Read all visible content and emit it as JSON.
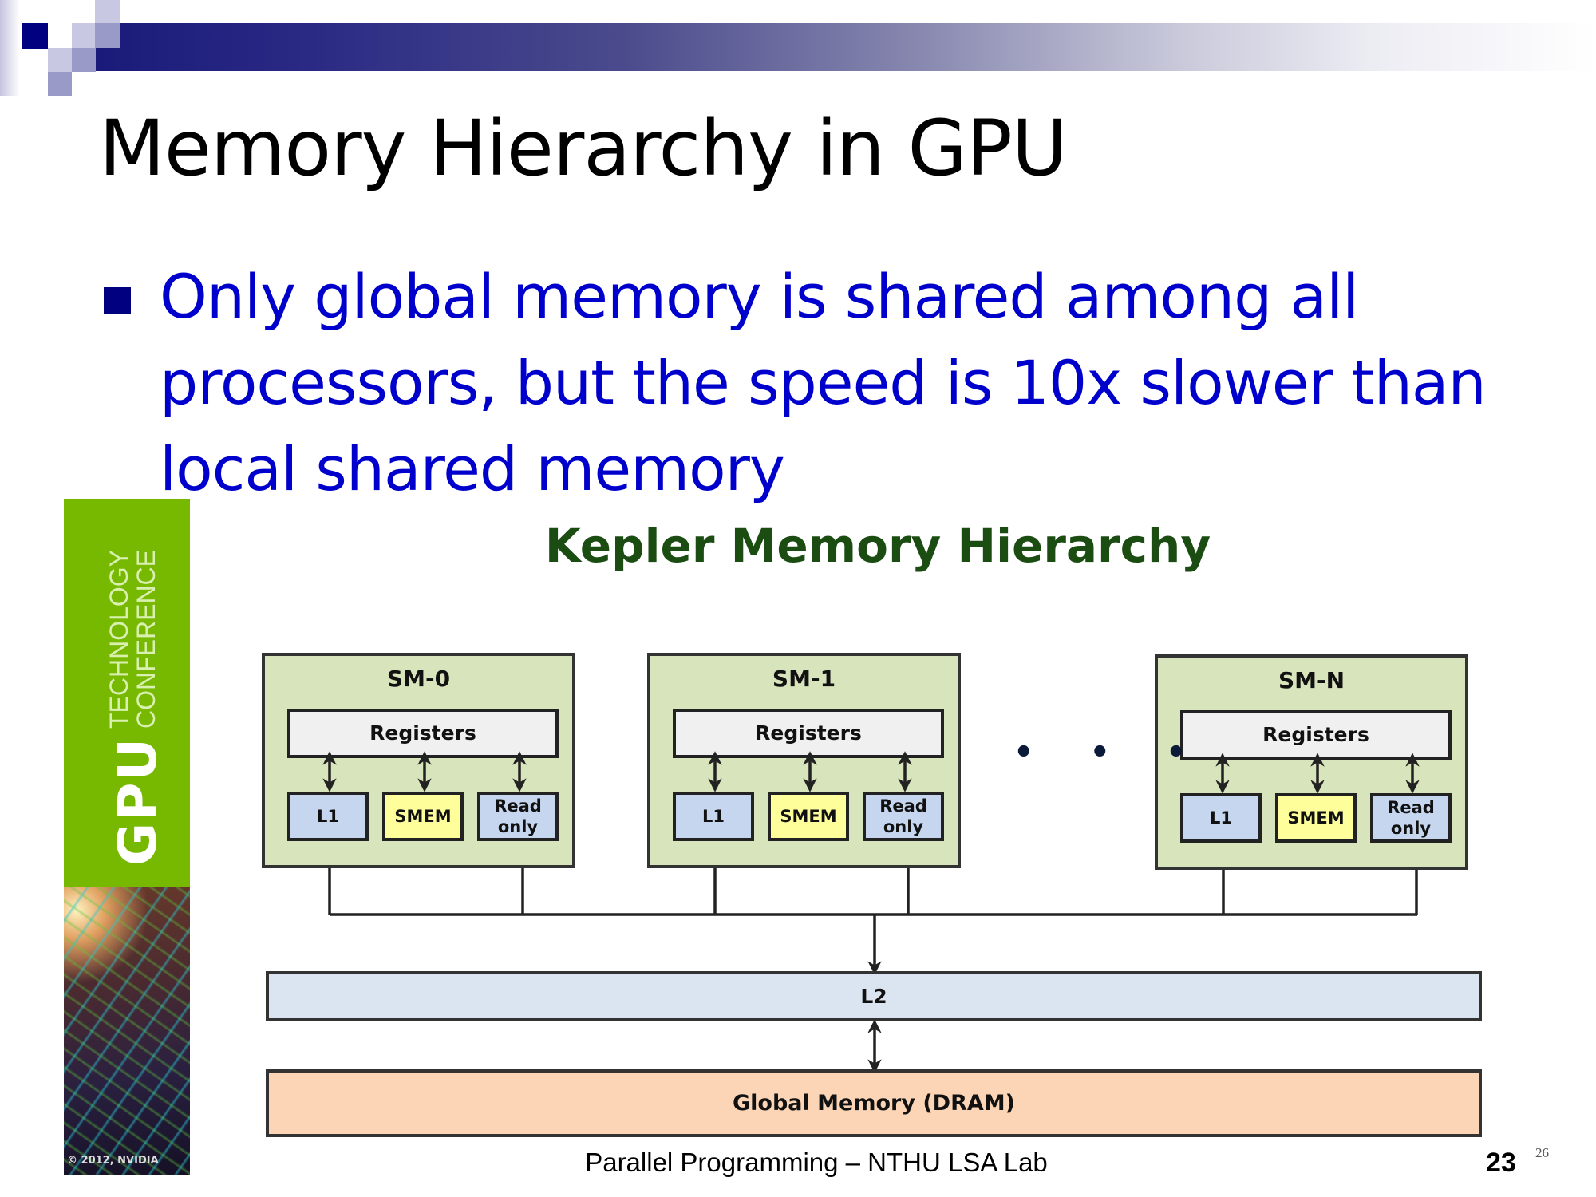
{
  "slide": {
    "title": "Memory Hierarchy in GPU",
    "bullet": "Only global memory is shared among all processors, but the speed is 10x slower than local shared memory",
    "bullet_icon": "square-bullet-icon",
    "accent_color": "#0000cc",
    "bullet_color": "#000080"
  },
  "banner": {
    "gpu": "GPU",
    "line1": "TECHNOLOGY",
    "line2": "CONFERENCE",
    "copyright": "© 2012, NVIDIA",
    "color": "#76b900"
  },
  "diagram": {
    "title": "Kepler Memory Hierarchy",
    "sms": [
      {
        "label": "SM-0",
        "registers": "Registers",
        "l1": "L1",
        "smem": "SMEM",
        "ro1": "Read",
        "ro2": "only"
      },
      {
        "label": "SM-1",
        "registers": "Registers",
        "l1": "L1",
        "smem": "SMEM",
        "ro1": "Read",
        "ro2": "only"
      },
      {
        "label": "SM-N",
        "registers": "Registers",
        "l1": "L1",
        "smem": "SMEM",
        "ro1": "Read",
        "ro2": "only"
      }
    ],
    "ellipsis": "• • •",
    "l2": "L2",
    "global_memory": "Global Memory (DRAM)",
    "colors": {
      "sm": "#d8e4bc",
      "l1": "#c5d6ee",
      "smem": "#fefe9a",
      "l2": "#dbe5f1",
      "dram": "#fbd5b5"
    }
  },
  "footer": {
    "text": "Parallel Programming – NTHU LSA Lab",
    "page": "23",
    "page_alt": "26"
  }
}
